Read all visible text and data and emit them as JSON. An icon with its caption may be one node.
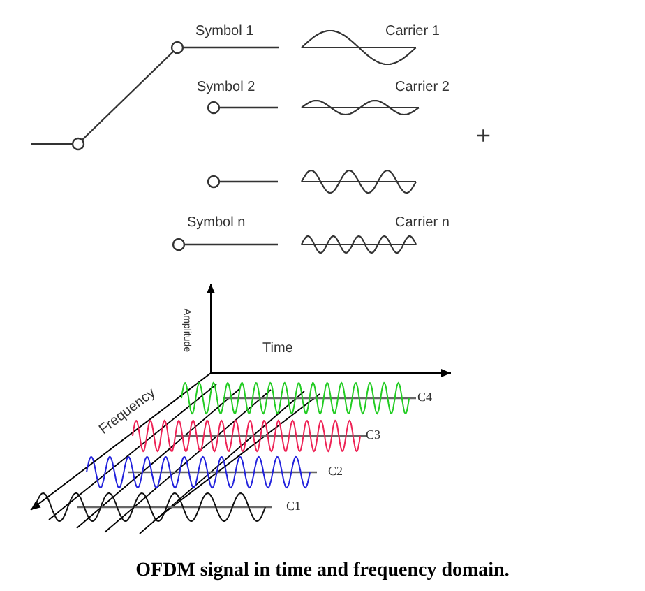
{
  "diagram": {
    "caption": "OFDM signal in time and frequency domain.",
    "labels": [
      "Symbol 1",
      "Carrier 1",
      "Symbol 2",
      "Carrier 2",
      "+",
      "Symbol n",
      "Carrier n",
      "Amplitude",
      "Time",
      "Frequency",
      "C4",
      "C3",
      "C2",
      "C1"
    ]
  }
}
